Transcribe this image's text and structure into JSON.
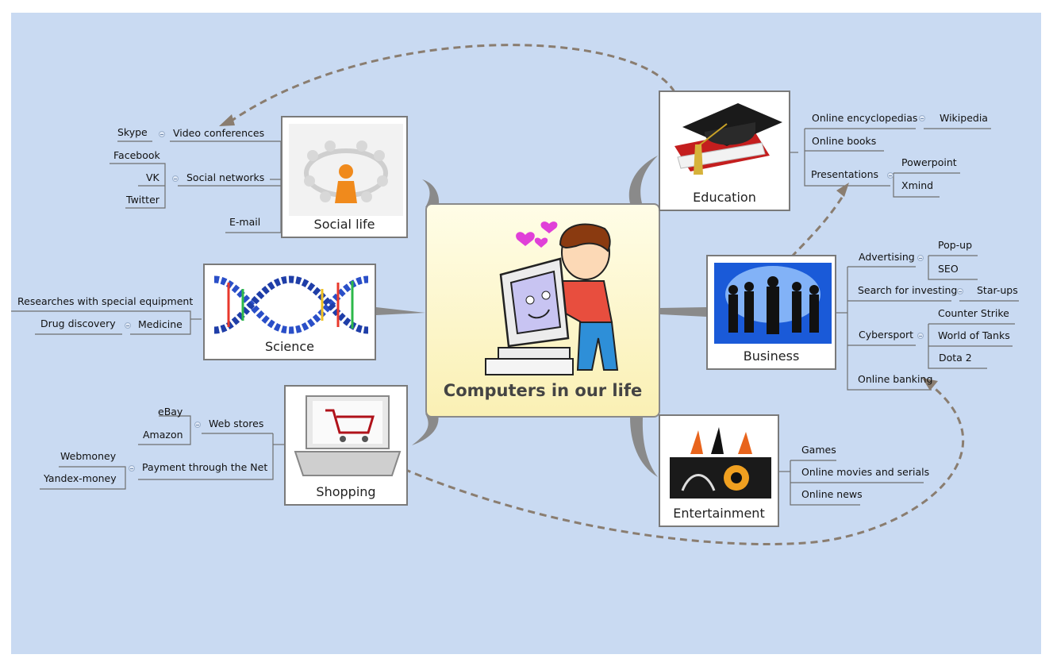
{
  "central": {
    "title": "Computers in our life"
  },
  "topics": {
    "social_life": "Social life",
    "science": "Science",
    "shopping": "Shopping",
    "education": "Education",
    "business": "Business",
    "entertainment": "Entertainment"
  },
  "social_life": {
    "video_conferences": "Video conferences",
    "skype": "Skype",
    "social_networks": "Social networks",
    "facebook": "Facebook",
    "vk": "VK",
    "twitter": "Twitter",
    "email": "E-mail"
  },
  "science": {
    "researches": "Researches with special equipment",
    "medicine": "Medicine",
    "drug_discovery": "Drug discovery"
  },
  "shopping": {
    "web_stores": "Web stores",
    "ebay": "eBay",
    "amazon": "Amazon",
    "payment": "Payment through the Net",
    "webmoney": "Webmoney",
    "yandex": "Yandex-money"
  },
  "education": {
    "encyclopedias": "Online encyclopedias",
    "wikipedia": "Wikipedia",
    "books": "Online books",
    "presentations": "Presentations",
    "powerpoint": "Powerpoint",
    "xmind": "Xmind"
  },
  "business": {
    "advertising": "Advertising",
    "popup": "Pop-up",
    "seo": "SEO",
    "investing": "Search for investing",
    "startups": "Star-ups",
    "cybersport": "Cybersport",
    "counter_strike": "Counter Strike",
    "world_of_tanks": "World of Tanks",
    "dota": "Dota 2",
    "banking": "Online banking"
  },
  "entertainment": {
    "games": "Games",
    "movies": "Online movies and serials",
    "news": "Online news"
  },
  "colors": {
    "background": "#c9daf2",
    "relationship": "#8a7d70",
    "branch": "#8a8a8a"
  }
}
